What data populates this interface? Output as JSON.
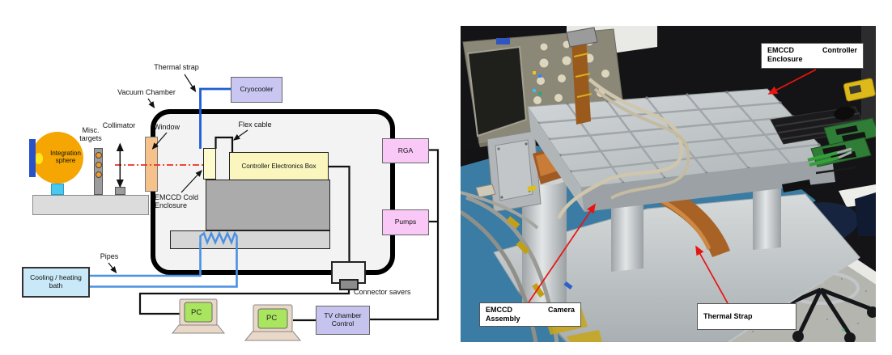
{
  "figure": {
    "description": "Two-panel figure: left is a schematic of an EMCCD camera vacuum-chamber test setup, right is a lab photograph of the EMCCD camera assembly hardware",
    "left_panel_type": "schematic-diagram",
    "right_panel_type": "photograph"
  },
  "diagram": {
    "labels": {
      "thermal_strap": "Thermal strap",
      "vacuum_chamber": "Vacuum Chamber",
      "window": "Window",
      "flex_cable": "Flex cable",
      "collimator": "Collimator",
      "misc_targets": "Misc. targets",
      "emccd_cold_enclosure": "EMCCD Cold Enclosure",
      "pipes": "Pipes",
      "connector_savers": "Connector savers"
    },
    "boxes": {
      "cryocooler": "Cryocooler",
      "integration_sphere": "Integration sphere",
      "controller_electronics_box": "Controller Electronics Box",
      "rga": "RGA",
      "pumps": "Pumps",
      "cooling_heating_bath": "Cooling / heating bath",
      "tv_chamber_control": "TV chamber Control",
      "pc_left": "PC",
      "pc_right": "PC"
    },
    "colors": {
      "sphere_orange": "#f5a602",
      "window_tan": "#f6c28c",
      "cold_enclosure_yellow": "#fdfacd",
      "controller_yellow": "#faf6be",
      "cryocooler_lavender": "#c9c6f1",
      "tv_control_lavender": "#c6c4ee",
      "rga_pumps_pink": "#fac8f6",
      "bath_blue": "#c9e8f8",
      "pipe_blue": "#4a90e2",
      "thermal_strap_blue": "#1d5dd4",
      "optical_axis_red": "#e8321e",
      "pc_screen_green": "#a9e55f"
    }
  },
  "photo": {
    "labels": {
      "controller_enclosure": {
        "word1": "EMCCD",
        "word2": "Controller",
        "line2": "Enclosure"
      },
      "camera_assembly": {
        "word1": "EMCCD",
        "word2": "Camera",
        "line2": "Assembly"
      },
      "thermal_strap": "Thermal Strap"
    },
    "arrow_color": "#e81410",
    "scene_colors": {
      "esd_mat_blue": "#3a7ca3",
      "aluminium": "#c9cdcf",
      "copper_strap": "#a86226",
      "pcb_green": "#2f7d36"
    }
  }
}
